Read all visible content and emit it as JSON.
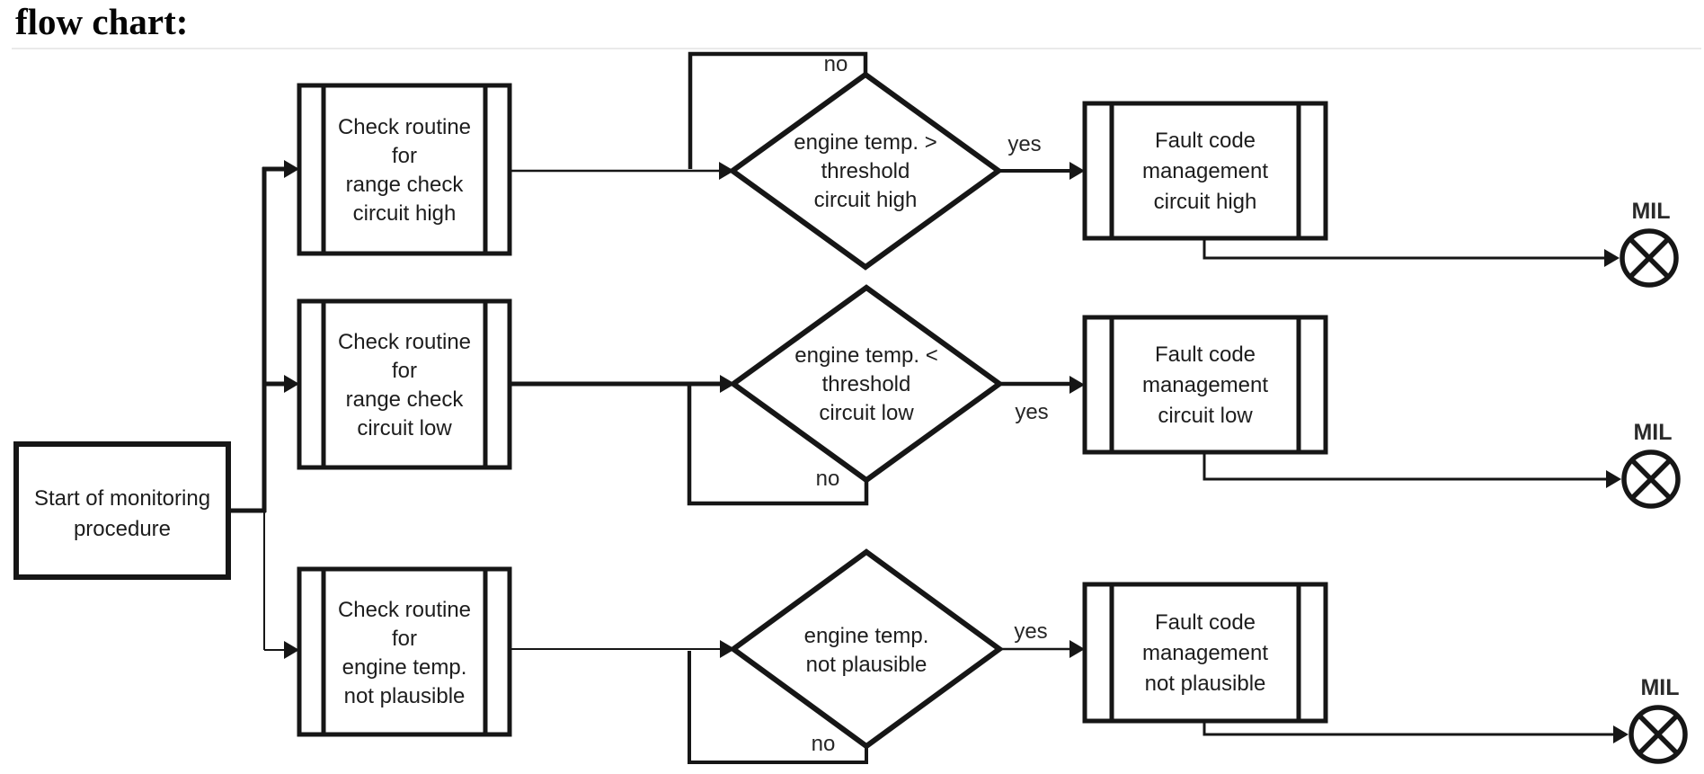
{
  "title": "flow chart:",
  "colors": {
    "ink": "#161616",
    "text": "#1d1d1d",
    "background": "#ffffff",
    "faint_border": "#d6d6d6"
  },
  "diagram": {
    "start": {
      "lines": [
        "Start of monitoring",
        "procedure"
      ]
    },
    "rows": [
      {
        "check": [
          "Check routine",
          "for",
          "range check",
          "circuit high"
        ],
        "decision": [
          "engine temp. >",
          "threshold",
          "circuit high"
        ],
        "fault": [
          "Fault code",
          "management",
          "circuit high"
        ],
        "no": "no",
        "yes": "yes",
        "mil": "MIL"
      },
      {
        "check": [
          "Check routine",
          "for",
          "range check",
          "circuit low"
        ],
        "decision": [
          "engine temp. <",
          "threshold",
          "circuit low"
        ],
        "fault": [
          "Fault code",
          "management",
          "circuit low"
        ],
        "no": "no",
        "yes": "yes",
        "mil": "MIL"
      },
      {
        "check": [
          "Check routine",
          "for",
          "engine temp.",
          "not plausible"
        ],
        "decision": [
          "engine temp.",
          "not plausible"
        ],
        "fault": [
          "Fault code",
          "management",
          "not plausible"
        ],
        "no": "no",
        "yes": "yes",
        "mil": "MIL"
      }
    ]
  }
}
